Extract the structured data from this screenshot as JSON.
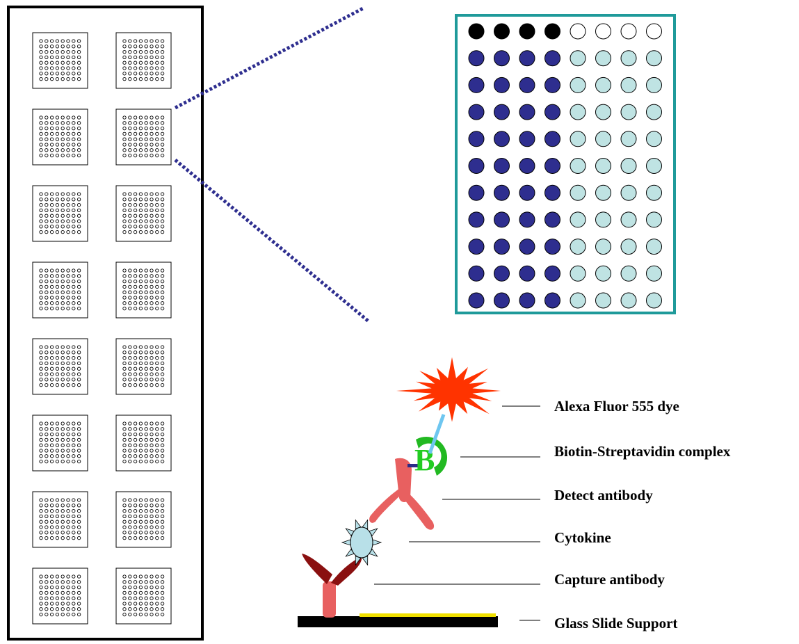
{
  "slide": {
    "rows": 8,
    "cols": 2,
    "subarray_dot_rows": 8,
    "subarray_dot_cols": 8,
    "zoomed_subarray": {
      "row": 2,
      "col": 2
    }
  },
  "zoom_array": {
    "rows": 11,
    "cols": 8,
    "header_rows": 1,
    "filled_cols": 4,
    "colors": {
      "border": "#1f9a9a",
      "header_filled": "#000000",
      "header_empty": "#ffffff",
      "filled": "#2e2e8f",
      "empty": "#bfe3e3"
    }
  },
  "assay": {
    "labels": {
      "dye": "Alexa Fluor 555 dye",
      "biotin": "Biotin-Streptavidin complex",
      "detect": "Detect antibody",
      "cytokine": "Cytokine",
      "capture": "Capture antibody",
      "glass": "Glass Slide Support"
    },
    "biotin_letter": "B",
    "colors": {
      "dye": "#ff3300",
      "streptavidin": "#22b922",
      "biotin_letter": "#22cc22",
      "linker": "#6ec6f0",
      "biotin_stub": "#2b2b88",
      "detect_antibody": "#e86060",
      "cytokine_fill": "#b8e0e8",
      "capture_stem": "#e86060",
      "capture_arms": "#8a1010",
      "glass": "#000000",
      "glass_coating": "#f0e000",
      "zoom_line": "#2e2e8f"
    }
  }
}
